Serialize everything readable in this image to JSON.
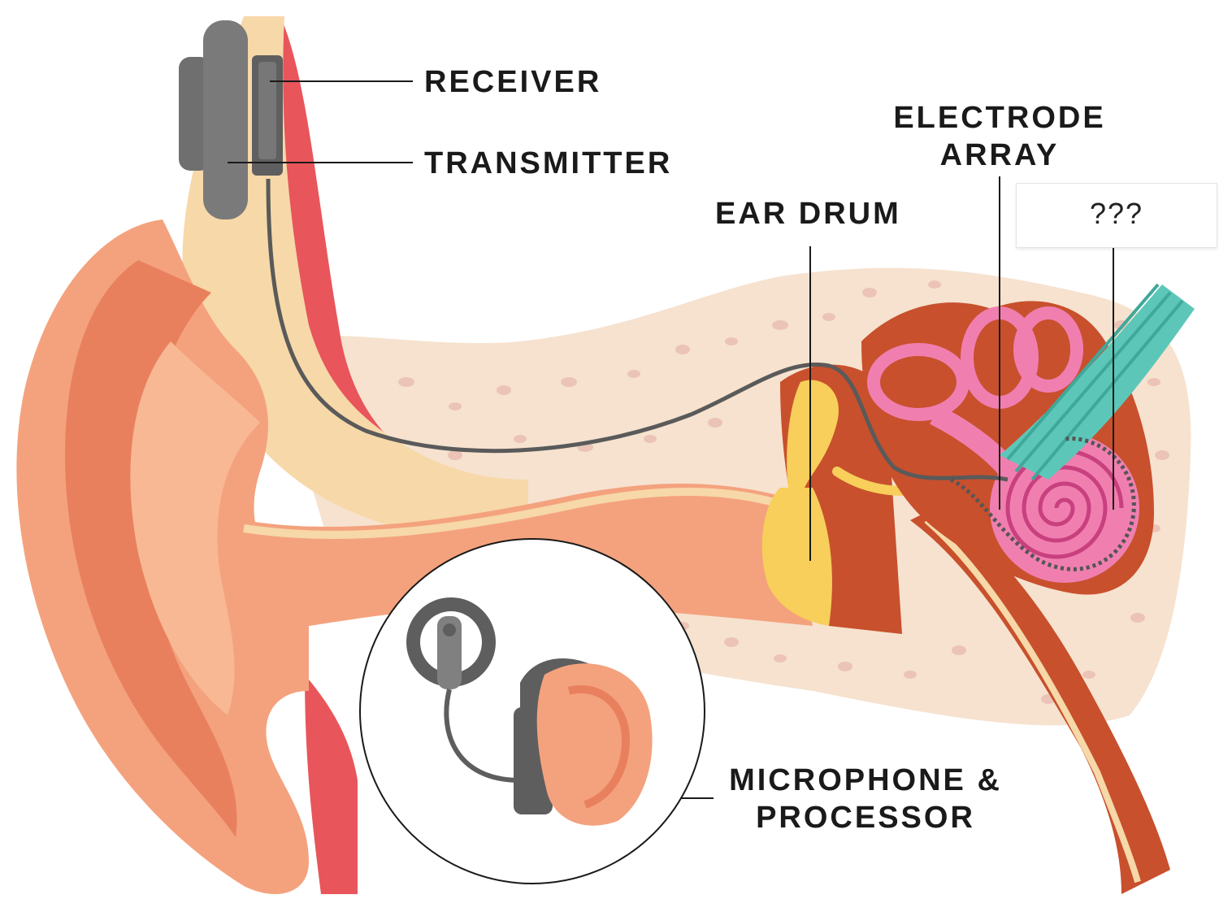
{
  "labels": {
    "receiver": "RECEIVER",
    "transmitter": "TRANSMITTER",
    "electrode_line1": "ELECTRODE",
    "electrode_line2": "ARRAY",
    "ear_drum": "EAR DRUM",
    "unknown": "???",
    "microphone_line1": "MICROPHONE &",
    "microphone_line2": "PROCESSOR"
  },
  "colors": {
    "skin": "#f4a27e",
    "skin_dark": "#e9805d",
    "bone": "#f7dcc0",
    "muscle": "#e8555b",
    "device_gray": "#6f6f6f",
    "cochlea_pink": "#f07fb0",
    "nerve_teal": "#5cc7b8",
    "ear_drum_yellow": "#f7cf5a"
  },
  "icons": {
    "implant": "receiver-transmitter-icon",
    "processor": "sound-processor-icon"
  }
}
